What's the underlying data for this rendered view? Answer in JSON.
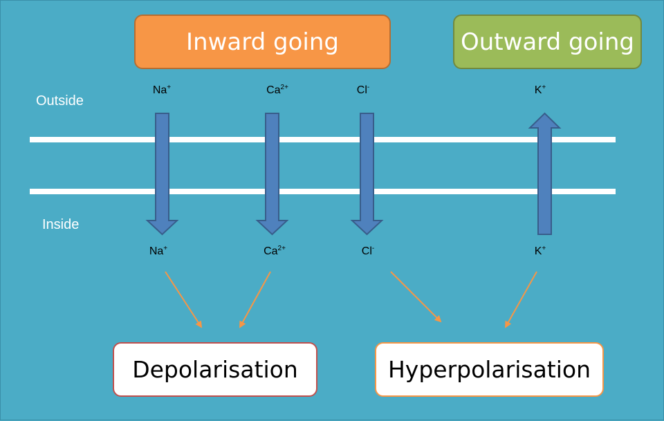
{
  "headers": {
    "inward": "Inward going",
    "outward": "Outward going"
  },
  "sides": {
    "outside": "Outside",
    "inside": "Inside"
  },
  "ions": [
    {
      "symbol": "Na",
      "charge": "+",
      "direction": "in"
    },
    {
      "symbol": "Ca",
      "charge": "2+",
      "direction": "in"
    },
    {
      "symbol": "Cl",
      "charge": "-",
      "direction": "in"
    },
    {
      "symbol": "K",
      "charge": "+",
      "direction": "out"
    }
  ],
  "outcomes": {
    "depolarisation": "Depolarisation",
    "hyperpolarisation": "Hyperpolarisation"
  },
  "colors": {
    "background": "#4bacc6",
    "inward_fill": "#f79646",
    "outward_fill": "#9bbb59",
    "arrow_fill": "#4f81bd",
    "pointer_arrow": "#f79646",
    "membrane": "#ffffff"
  }
}
